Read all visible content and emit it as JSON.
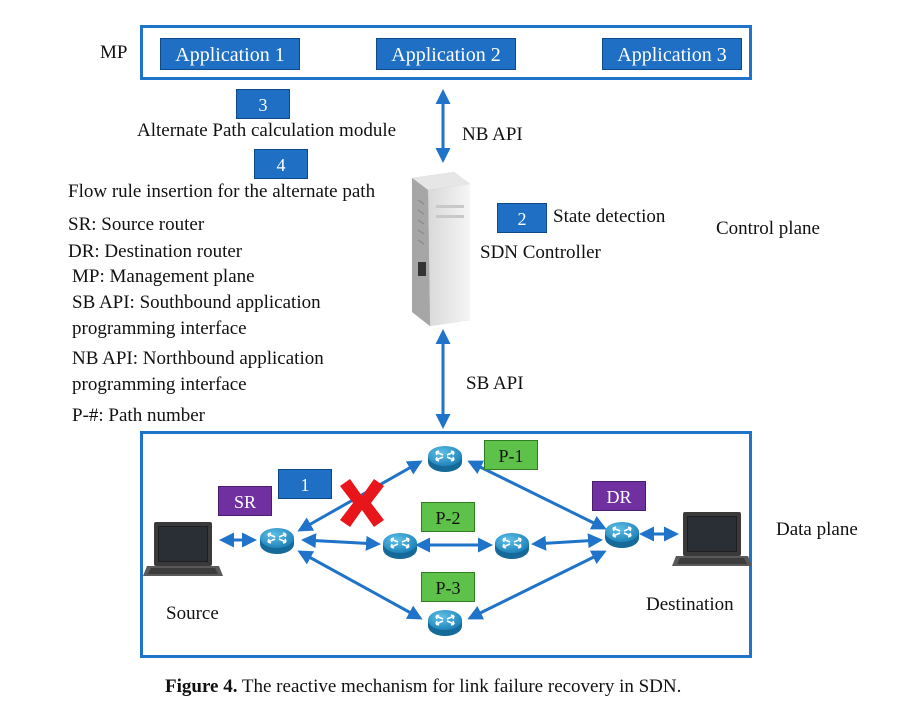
{
  "labels": {
    "mp": "MP",
    "nb_api": "NB API",
    "sb_api": "SB API",
    "control_plane": "Control plane",
    "data_plane": "Data plane",
    "sdn_controller": "SDN Controller",
    "state_detection": "State detection",
    "source": "Source",
    "destination": "Destination"
  },
  "applications": [
    "Application 1",
    "Application 2",
    "Application 3"
  ],
  "steps": {
    "s1": "1",
    "s2": "2",
    "s3": "3",
    "s4": "4",
    "s3_text": "Alternate Path calculation module",
    "s4_text": "Flow rule insertion for the alternate path"
  },
  "legend": [
    "SR: Source router",
    "DR: Destination router",
    "MP: Management plane",
    "SB API: Southbound application",
    "programming interface",
    "NB API: Northbound application",
    "programming interface",
    "P-#: Path number"
  ],
  "tags": {
    "sr": "SR",
    "dr": "DR",
    "p1": "P-1",
    "p2": "P-2",
    "p3": "P-3"
  },
  "caption": {
    "prefix": "Figure 4.",
    "text": " The reactive mechanism for link failure recovery in SDN."
  },
  "colors": {
    "frame_blue": "#1f73c8",
    "box_blue": "#1f6fc5",
    "purple": "#7030a0",
    "green": "#5ec24a",
    "failure_red": "#e8161b"
  },
  "icons": [
    "laptop-icon",
    "router-icon",
    "server-icon",
    "failure-x-icon"
  ]
}
